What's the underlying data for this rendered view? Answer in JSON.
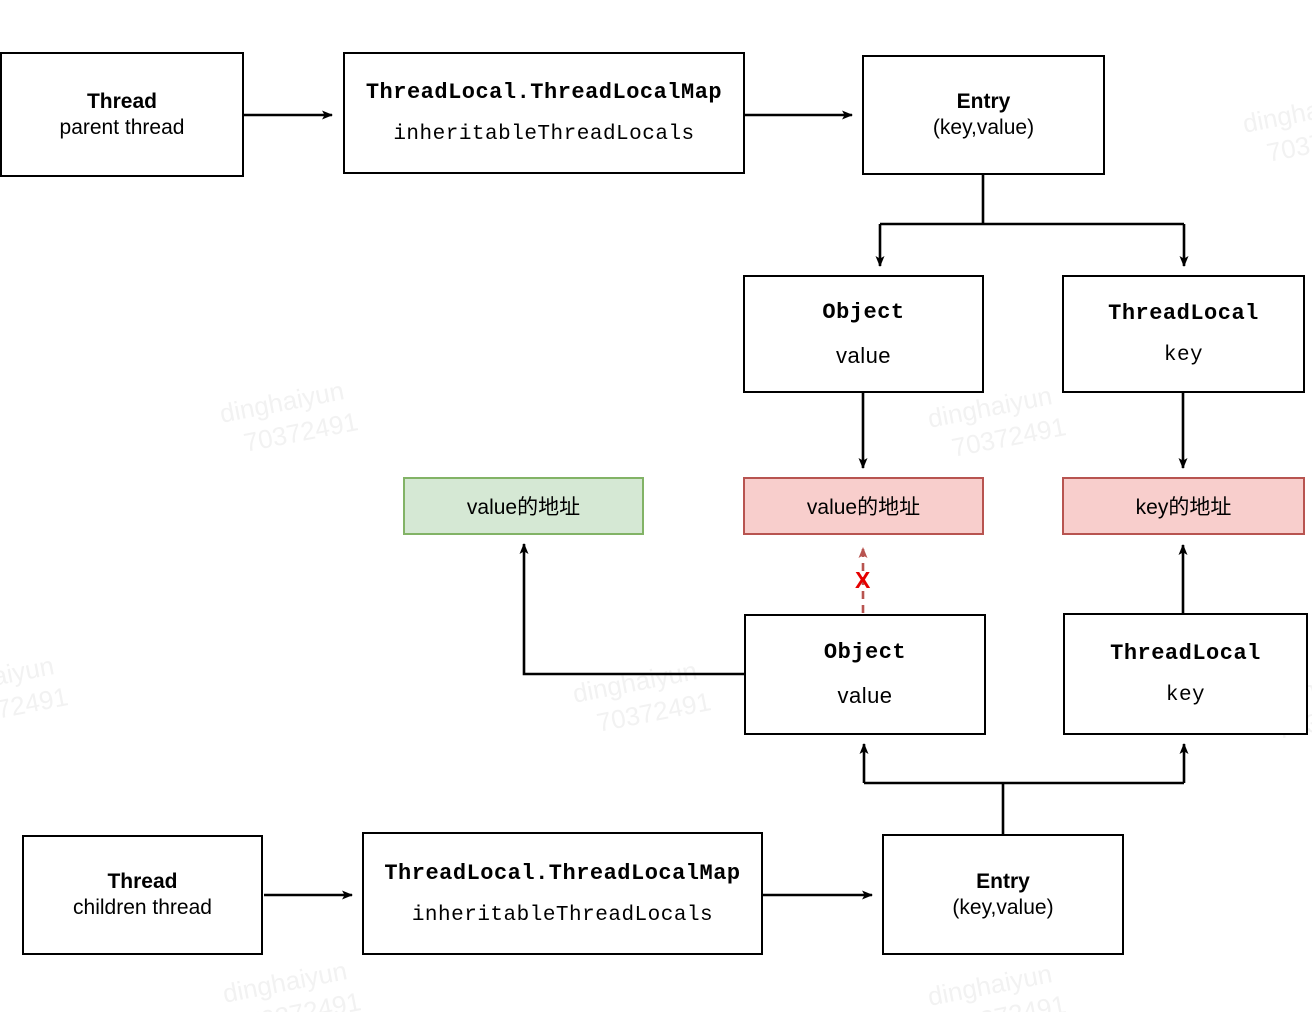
{
  "diagram": {
    "title": "ThreadLocal InheritableThreadLocals parent-child reference diagram",
    "colors": {
      "stroke": "#000000",
      "green_fill": "#d5e8d4",
      "green_border": "#82b366",
      "red_fill": "#f8cecc",
      "red_border": "#b85450",
      "x_marker": "#e60000"
    },
    "watermark": {
      "line1": "dinghaiyun",
      "line2": "70372491"
    },
    "nodes": {
      "parent_thread": {
        "title": "Thread",
        "subtitle": "parent thread"
      },
      "parent_map": {
        "title": "ThreadLocal.ThreadLocalMap",
        "subtitle": "inheritableThreadLocals"
      },
      "parent_entry": {
        "title": "Entry",
        "subtitle": "(key,value)"
      },
      "parent_object": {
        "title": "Object",
        "subtitle": "value"
      },
      "parent_threadlocal": {
        "title": "ThreadLocal",
        "subtitle": "key"
      },
      "child_object": {
        "title": "Object",
        "subtitle": "value"
      },
      "child_threadlocal": {
        "title": "ThreadLocal",
        "subtitle": "key"
      },
      "child_thread": {
        "title": "Thread",
        "subtitle": "children thread"
      },
      "child_map": {
        "title": "ThreadLocal.ThreadLocalMap",
        "subtitle": "inheritableThreadLocals"
      },
      "child_entry": {
        "title": "Entry",
        "subtitle": "(key,value)"
      }
    },
    "chips": {
      "green_value_address": "value的地址",
      "red_value_address": "value的地址",
      "red_key_address": "key的地址"
    },
    "markers": {
      "blocked": "X"
    }
  }
}
